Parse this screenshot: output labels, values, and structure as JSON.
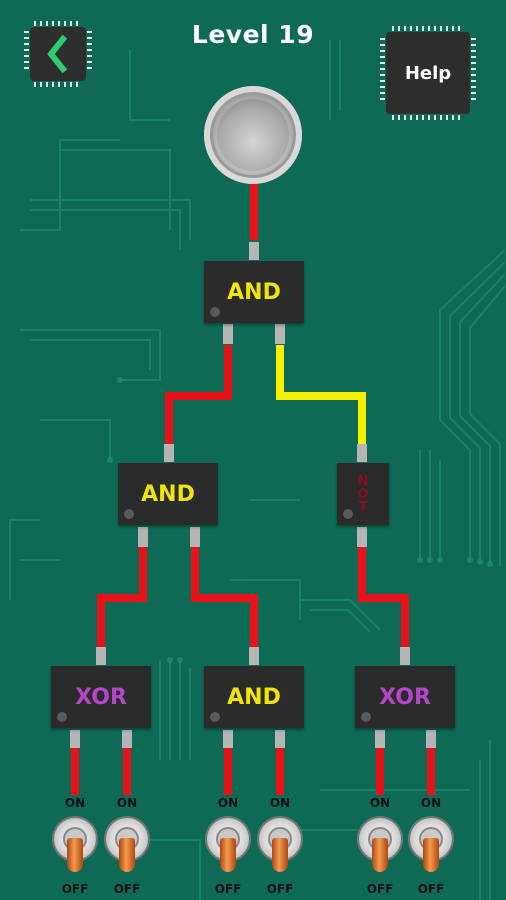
{
  "header": {
    "title": "Level 19",
    "help_label": "Help",
    "back_icon": "chevron-left-icon"
  },
  "output": {
    "state": "off",
    "icon": "bulb-icon"
  },
  "gates": [
    {
      "id": "root",
      "type": "AND",
      "label": "AND"
    },
    {
      "id": "mid_left",
      "type": "AND",
      "label": "AND"
    },
    {
      "id": "mid_right",
      "type": "NOT",
      "letters": [
        "N",
        "O",
        "T"
      ]
    },
    {
      "id": "bot_left",
      "type": "XOR",
      "label": "XOR"
    },
    {
      "id": "bot_mid",
      "type": "AND",
      "label": "AND"
    },
    {
      "id": "bot_right",
      "type": "XOR",
      "label": "XOR"
    }
  ],
  "switches": [
    {
      "on_label": "ON",
      "off_label": "OFF",
      "state": "off"
    },
    {
      "on_label": "ON",
      "off_label": "OFF",
      "state": "off"
    },
    {
      "on_label": "ON",
      "off_label": "OFF",
      "state": "off"
    },
    {
      "on_label": "ON",
      "off_label": "OFF",
      "state": "off"
    },
    {
      "on_label": "ON",
      "off_label": "OFF",
      "state": "off"
    },
    {
      "on_label": "ON",
      "off_label": "OFF",
      "state": "off"
    }
  ],
  "colors": {
    "board": "#0e6a55",
    "trace": "#1d8a6e",
    "wire_off": "#e8121b",
    "wire_on": "#f7f000",
    "connector": "#b5b5b5",
    "and_text": "#f2e500",
    "xor_text": "#b646c9",
    "not_text": "#8b0f1f"
  }
}
